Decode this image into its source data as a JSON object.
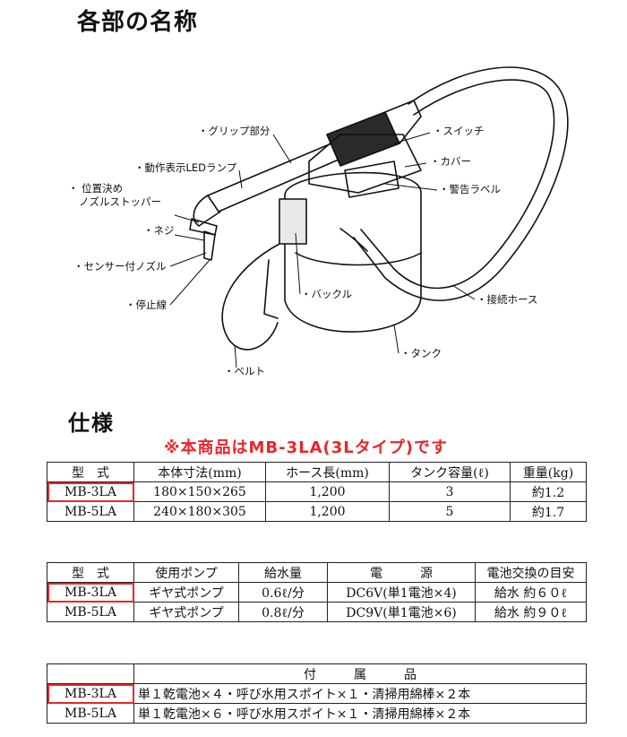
{
  "headings": {
    "parts": "各部の名称",
    "specs": "仕様"
  },
  "notice": "※本商品はMB-3LA(3Lタイプ)です",
  "parts_labels": {
    "grip": "・グリップ部分",
    "switch": "・スイッチ",
    "led": "・動作表示LEDランプ",
    "cover": "・カバー",
    "stopper1": "・ 位置決め",
    "stopper2": "ノズルストッパー",
    "warning": "・警告ラベル",
    "screw": "・ネジ",
    "sensor_nozzle": "・センサー付ノズル",
    "buckle": "・バックル",
    "hose": "・接続ホース",
    "stop_line": "・停止線",
    "tank": "・タンク",
    "belt": "・ベルト"
  },
  "table1": {
    "headers": [
      "型　式",
      "本体寸法(mm)",
      "ホース長(mm)",
      "タンク容量(ℓ)",
      "重量(kg)"
    ],
    "rows": [
      [
        "MB-3LA",
        "180×150×265",
        "1,200",
        "3",
        "約1.2"
      ],
      [
        "MB-5LA",
        "240×180×305",
        "1,200",
        "5",
        "約1.7"
      ]
    ]
  },
  "table2": {
    "headers": [
      "型　式",
      "使用ポンプ",
      "給水量",
      "電　　　源",
      "電池交換の目安"
    ],
    "rows": [
      [
        "MB-3LA",
        "ギヤ式ポンプ",
        "0.6ℓ/分",
        "DC6V(単1電池×4)",
        "給水 約６０ℓ"
      ],
      [
        "MB-5LA",
        "ギヤ式ポンプ",
        "0.8ℓ/分",
        "DC9V(単1電池×6)",
        "給水 約９０ℓ"
      ]
    ]
  },
  "table3": {
    "headers": [
      "",
      "付　　　属　　　品"
    ],
    "rows": [
      [
        "MB-3LA",
        "単１乾電池×４・呼び水用スポイト×１・清掃用綿棒×２本"
      ],
      [
        "MB-5LA",
        "単１乾電池×６・呼び水用スポイト×１・清掃用綿棒×２本"
      ]
    ]
  },
  "colors": {
    "highlight": "#e8262a",
    "notice": "#e8262a"
  }
}
